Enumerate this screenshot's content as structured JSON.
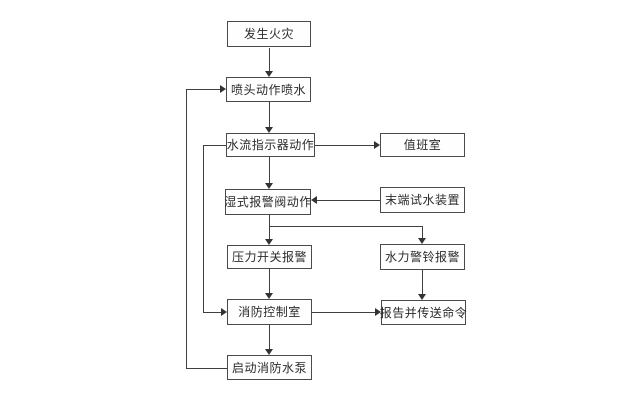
{
  "diagram_type": "flowchart",
  "nodes": {
    "fire": {
      "label": "发生火灾"
    },
    "sprinkler": {
      "label": "喷头动作喷水"
    },
    "flow_indicator": {
      "label": "水流指示器动作"
    },
    "wet_valve": {
      "label": "湿式报警阀动作"
    },
    "pressure_switch": {
      "label": "压力开关报警"
    },
    "control_room": {
      "label": "消防控制室"
    },
    "start_pump": {
      "label": "启动消防水泵"
    },
    "duty_room": {
      "label": "值班室"
    },
    "end_test": {
      "label": "末端试水装置"
    },
    "hydraulic_bell": {
      "label": "水力警铃报警"
    },
    "report_command": {
      "label": "报告并传送命令"
    }
  },
  "edges": [
    {
      "from": "fire",
      "to": "sprinkler"
    },
    {
      "from": "sprinkler",
      "to": "flow_indicator"
    },
    {
      "from": "flow_indicator",
      "to": "wet_valve"
    },
    {
      "from": "flow_indicator",
      "to": "duty_room"
    },
    {
      "from": "flow_indicator",
      "to": "control_room"
    },
    {
      "from": "end_test",
      "to": "wet_valve"
    },
    {
      "from": "wet_valve",
      "to": "pressure_switch"
    },
    {
      "from": "wet_valve",
      "to": "hydraulic_bell"
    },
    {
      "from": "pressure_switch",
      "to": "control_room"
    },
    {
      "from": "hydraulic_bell",
      "to": "report_command"
    },
    {
      "from": "control_room",
      "to": "report_command"
    },
    {
      "from": "control_room",
      "to": "start_pump"
    },
    {
      "from": "start_pump",
      "to": "sprinkler"
    }
  ],
  "colors": {
    "background": "#ffffff",
    "line": "#3f3f3f",
    "box_border": "#4a4a4a",
    "text": "#2b2b2b"
  }
}
